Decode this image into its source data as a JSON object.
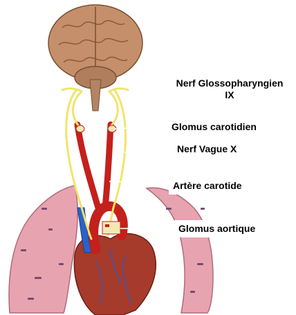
{
  "labels": {
    "glossopharyngien_line1": "Nerf Glossopharyngien",
    "glossopharyngien_line2": "IX",
    "glomus_carotidien": "Glomus carotidien",
    "nerf_vague": "Nerf Vague X",
    "artere_carotide": "Artère carotide",
    "glomus_aortique": "Glomus aortique"
  },
  "colors": {
    "brain": "#c48f6a",
    "nerve": "#f3e36a",
    "artery": "#c4201c",
    "vein": "#2b62c8",
    "lung": "#e7a3b0",
    "heart": "#a63a2b",
    "glomus": "#f2e8b6"
  }
}
